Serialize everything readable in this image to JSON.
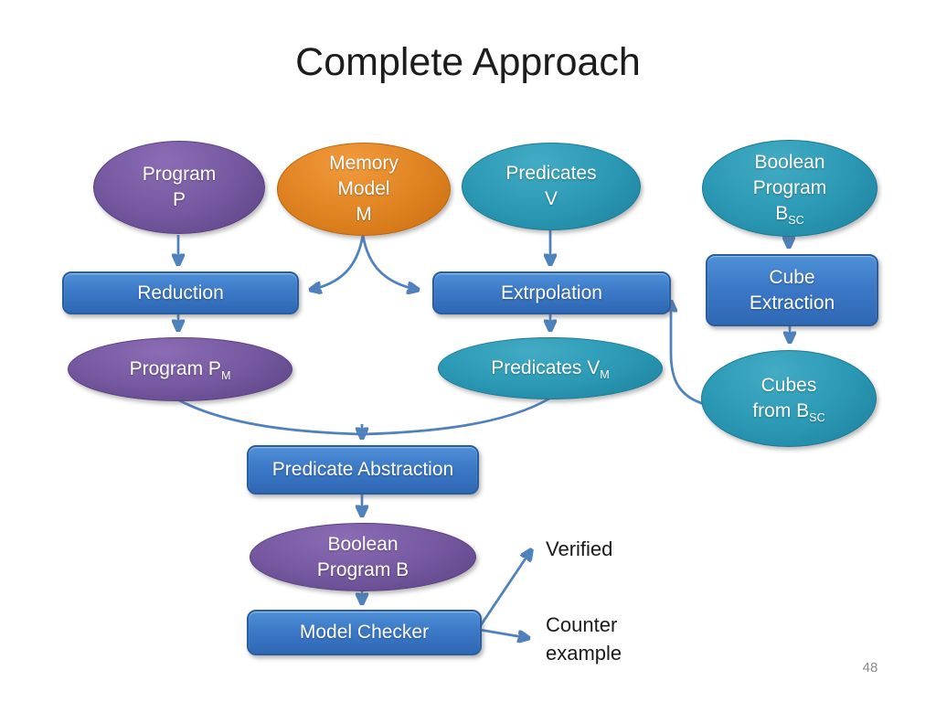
{
  "title": "Complete Approach",
  "page_number": "48",
  "colors": {
    "purple_node": "#75589f",
    "orange_node": "#e08322",
    "teal_node": "#2b99b5",
    "blue_box": "#3c79c7",
    "arrow": "#4f81bd",
    "title_text": "#1c1c1c",
    "outcome_text": "#1a1a1a",
    "page_number_text": "#8a8a8a"
  },
  "nodes": {
    "program_p": {
      "line1": "Program",
      "line2": "P"
    },
    "memory_model_m": {
      "line1": "Memory",
      "line2": "Model",
      "line3": "M"
    },
    "predicates_v": {
      "line1": "Predicates",
      "line2": "V"
    },
    "boolean_program_bsc": {
      "line1": "Boolean",
      "line2": "Program",
      "line3_main": "B",
      "line3_sub": "SC"
    },
    "reduction": {
      "label": "Reduction"
    },
    "extrpolation": {
      "label": "Extrpolation"
    },
    "cube_extraction": {
      "line1": "Cube",
      "line2": "Extraction"
    },
    "program_pm": {
      "main": "Program P",
      "sub": "M"
    },
    "predicates_vm": {
      "main": "Predicates V",
      "sub": "M"
    },
    "cubes_from_bsc": {
      "line1": "Cubes",
      "line2_main": "from B",
      "line2_sub": "SC"
    },
    "predicate_abstraction": {
      "label": "Predicate Abstraction"
    },
    "boolean_program_b": {
      "line1": "Boolean",
      "line2": "Program B"
    },
    "model_checker": {
      "label": "Model Checker"
    }
  },
  "outcomes": {
    "verified": "Verified",
    "counter_line1": "Counter",
    "counter_line2": "example"
  }
}
